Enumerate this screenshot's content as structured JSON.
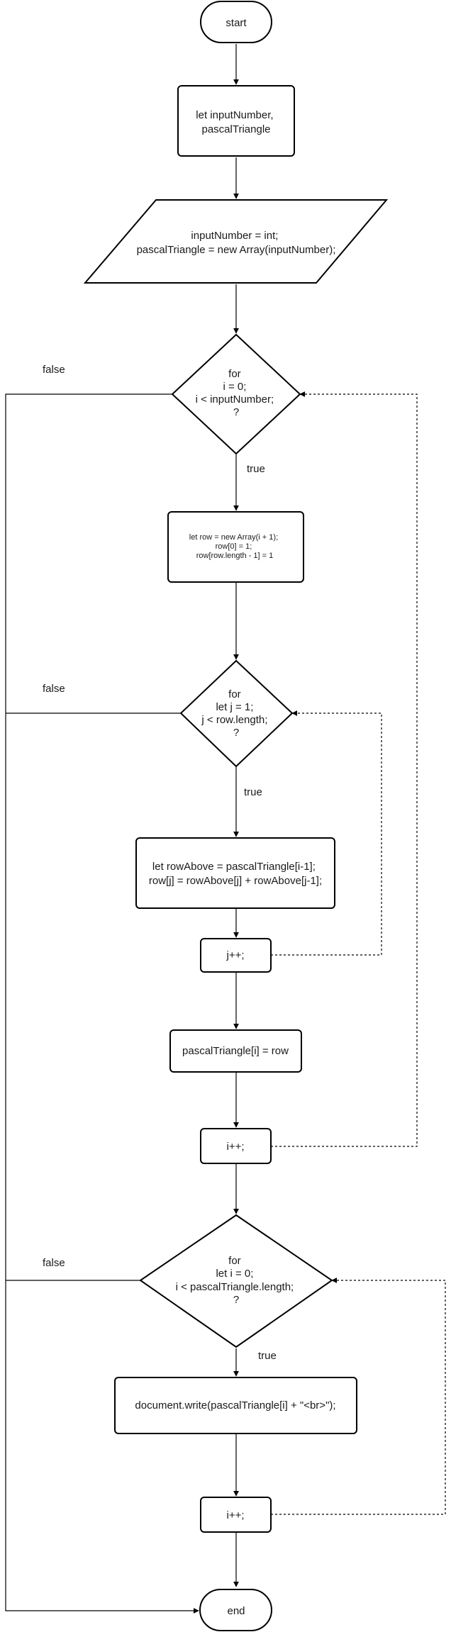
{
  "nodes": {
    "start": {
      "lines": [
        "start"
      ]
    },
    "declare": {
      "lines": [
        "let inputNumber,",
        "pascalTriangle"
      ]
    },
    "input": {
      "lines": [
        "inputNumber = int;",
        "pascalTriangle = new Array(inputNumber);"
      ]
    },
    "loop_i": {
      "lines": [
        "for",
        "i = 0;",
        "i < inputNumber;",
        "?"
      ]
    },
    "init_row": {
      "lines": [
        "let  row = new Array(i + 1);",
        "row[0] = 1;",
        "row[row.length - 1] = 1"
      ]
    },
    "loop_j": {
      "lines": [
        "for",
        "let j = 1;",
        "j < row.length;",
        "?"
      ]
    },
    "compute": {
      "lines": [
        "let rowAbove = pascalTriangle[i-1];",
        "row[j] = rowAbove[j] + rowAbove[j-1];"
      ]
    },
    "j_inc": {
      "lines": [
        "j++;"
      ]
    },
    "assign": {
      "lines": [
        "pascalTriangle[i] = row"
      ]
    },
    "i_inc": {
      "lines": [
        "i++;"
      ]
    },
    "loop_print": {
      "lines": [
        "for",
        "let i = 0;",
        "i < pascalTriangle.length;",
        "?"
      ]
    },
    "print": {
      "lines": [
        "document.write(pascalTriangle[i] + \"<br>\");"
      ]
    },
    "i_inc2": {
      "lines": [
        "i++;"
      ]
    },
    "end": {
      "lines": [
        "end"
      ]
    }
  },
  "edge_labels": {
    "true_1": "true",
    "false_1": "false",
    "true_2": "true",
    "false_2": "false",
    "true_3": "true",
    "false_3": "false"
  }
}
